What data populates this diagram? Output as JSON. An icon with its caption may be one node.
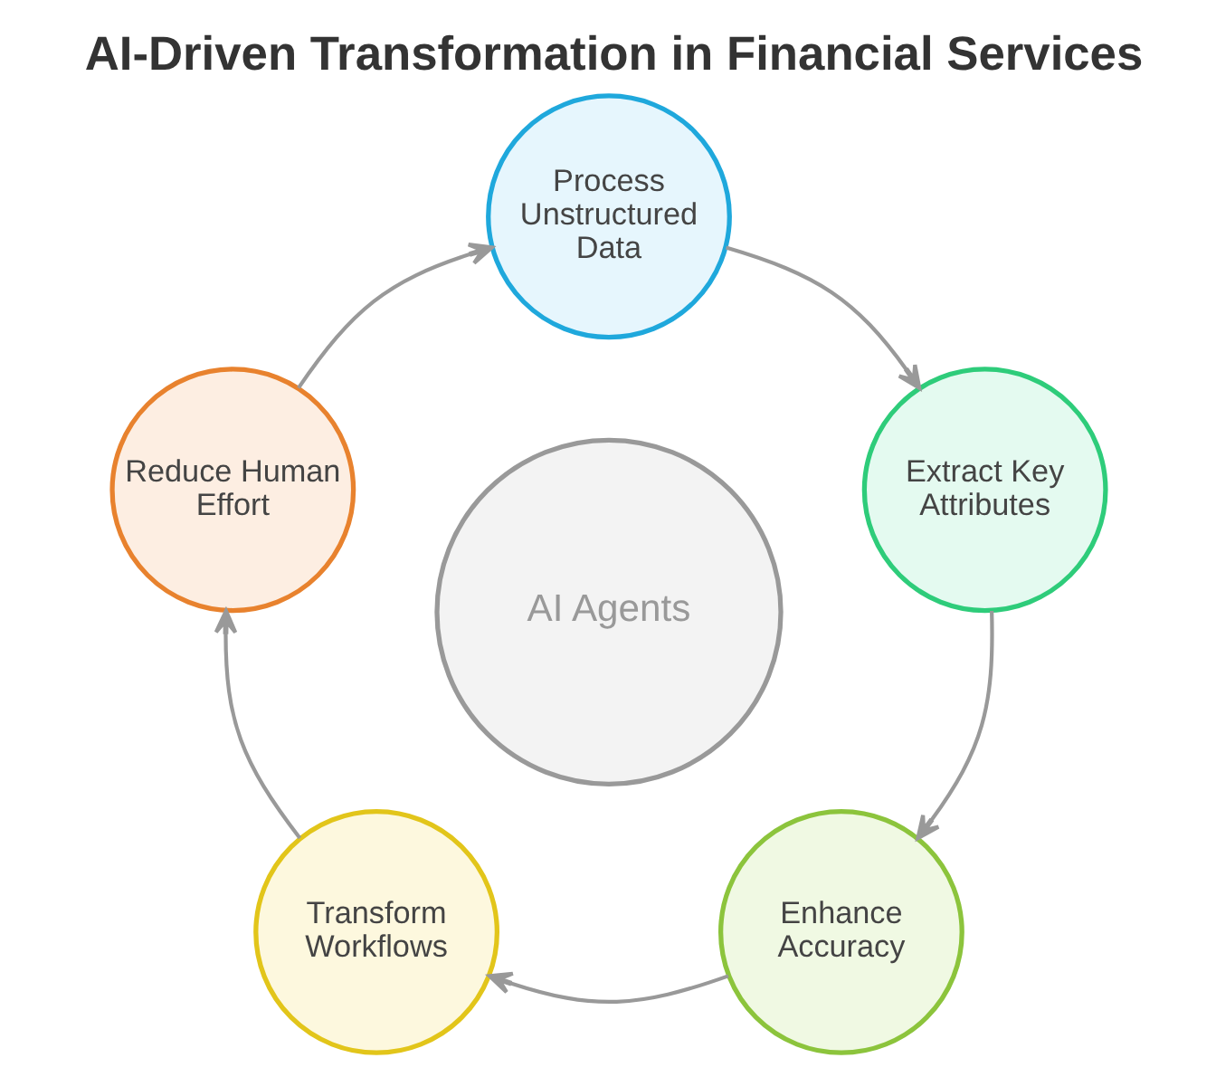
{
  "diagram": {
    "title": "AI-Driven Transformation in Financial Services",
    "nodes": [
      {
        "text": [
          "Process Unstructured Data"
        ]
      },
      {
        "text": [
          "Extract Key Attributes"
        ]
      },
      {
        "text": [
          "Enhance Accuracy"
        ]
      },
      {
        "text": [
          "Transform Workflows"
        ]
      },
      {
        "text": [
          "Reduce Human Effort"
        ]
      },
      {
        "text": [
          "AI Agents"
        ]
      }
    ],
    "edges": [
      {
        "from": 0,
        "to": 1,
        "arrow": "to"
      },
      {
        "from": 1,
        "to": 2,
        "arrow": "to"
      },
      {
        "from": 2,
        "to": 3,
        "arrow": "to"
      },
      {
        "from": 3,
        "to": 4,
        "arrow": "to"
      },
      {
        "from": 4,
        "to": 0,
        "arrow": "to"
      }
    ]
  }
}
